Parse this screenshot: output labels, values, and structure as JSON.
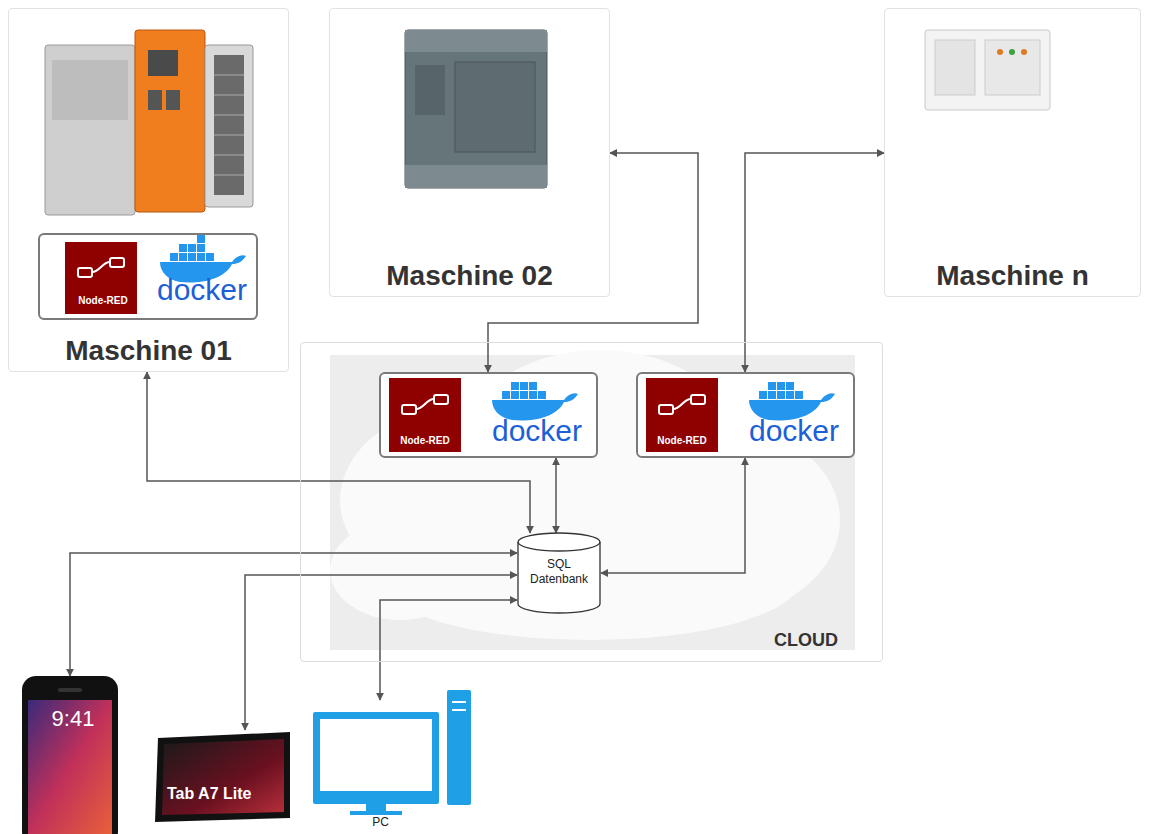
{
  "diagram": {
    "nodes": [
      {
        "text": [
          "Maschine 01"
        ]
      },
      {
        "text": [
          "Node-RED",
          "docker"
        ],
        "in": 0
      },
      {
        "text": [
          "Maschine 02"
        ]
      },
      {
        "text": [
          "Maschine n"
        ]
      },
      {
        "text": [
          "CLOUD"
        ]
      },
      {
        "text": [
          "Node-RED",
          "docker"
        ],
        "in": 4
      },
      {
        "text": [
          "Node-RED",
          "docker"
        ],
        "in": 4
      },
      {
        "text": [
          "SQL Datenbank"
        ],
        "in": 4
      },
      {
        "text": [
          "9:41"
        ]
      },
      {
        "text": [
          "Tab A7 Lite"
        ]
      },
      {
        "text": [
          "PC"
        ]
      }
    ],
    "edges": [
      {
        "from": 0,
        "to": 7,
        "arrow": "both"
      },
      {
        "from": 2,
        "to": 5,
        "arrow": "both"
      },
      {
        "from": 3,
        "to": 6,
        "arrow": "both"
      },
      {
        "from": 5,
        "to": 7,
        "arrow": "both"
      },
      {
        "from": 6,
        "to": 7,
        "arrow": "both"
      },
      {
        "from": 7,
        "to": 8,
        "arrow": "both"
      },
      {
        "from": 7,
        "to": 9,
        "arrow": "both"
      },
      {
        "from": 7,
        "to": 10,
        "arrow": "both"
      }
    ]
  }
}
